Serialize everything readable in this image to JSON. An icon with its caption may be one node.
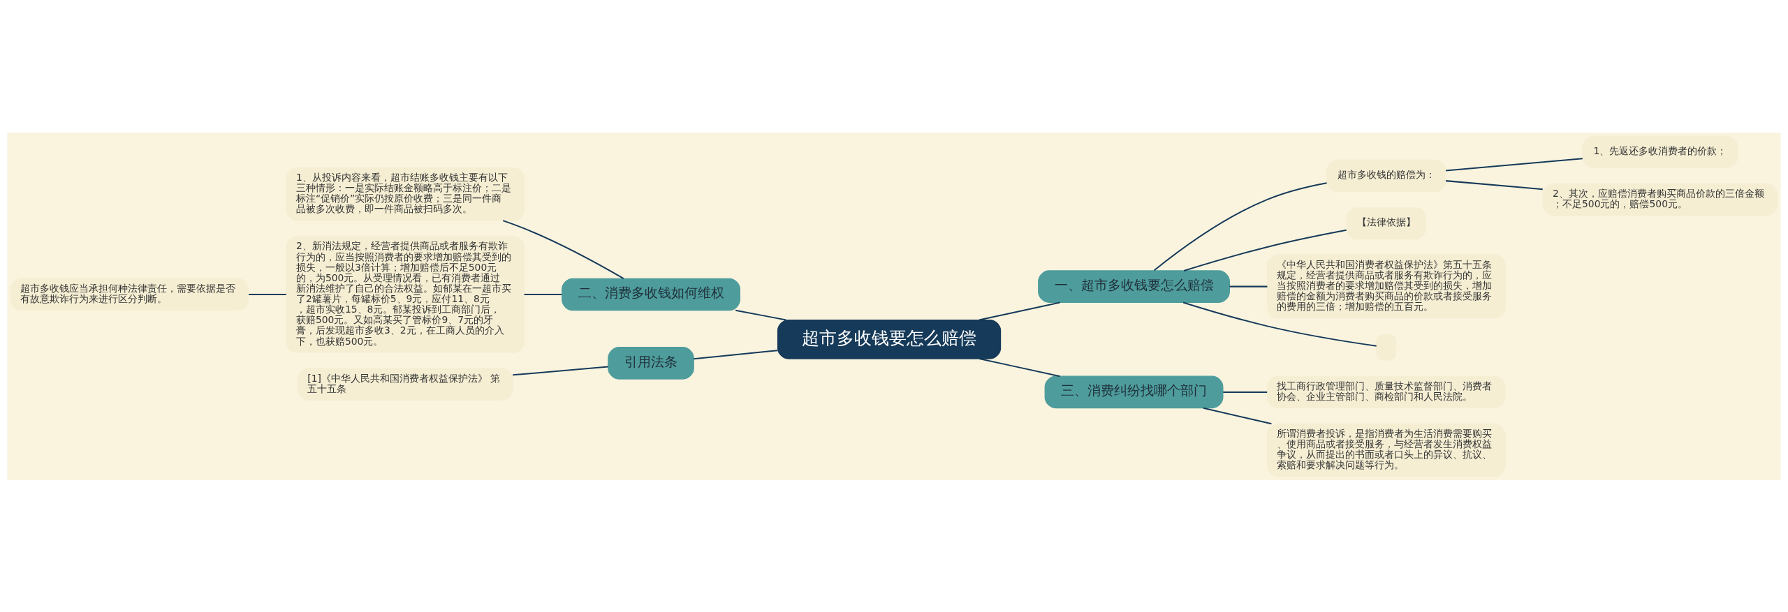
{
  "diagram": {
    "nodes": [
      {
        "text": [
          "超市多收钱要怎么赔偿"
        ]
      },
      {
        "text": [
          "一、超市多收钱要怎么赔偿"
        ]
      },
      {
        "text": [
          "超市多收钱的赔偿为："
        ]
      },
      {
        "text": [
          "1、先返还多收消费者的价款；"
        ]
      },
      {
        "text": [
          "2、其次，应赔偿消费者购买商品价款的三倍金额；不足500元的，赔偿500元。"
        ]
      },
      {
        "text": [
          "【法律依据】"
        ]
      },
      {
        "text": [
          "《中华人民共和国消费者权益保护法》第五十五条规定，经营者提供商品或者服务有欺诈行为的，应当按照消费者的要求增加赔偿其受到的损失，增加赔偿的金额为消费者购买商品的价款或者接受服务的费用的三倍；增加赔偿的五百元。"
        ]
      },
      {
        "text": [],
        "shape": "box"
      },
      {
        "text": [
          "三、消费纠纷找哪个部门"
        ]
      },
      {
        "text": [
          "找工商行政管理部门、质量技术监督部门、消费者协会、企业主管部门、商检部门和人民法院。"
        ]
      },
      {
        "text": [
          "所谓消费者投诉，是指消费者为生活消费需要购买、使用商品或者接受服务，与经营者发生消费权益争议，从而提出的书面或者口头上的异议、抗议、索赔和要求解决问题等行为。"
        ]
      },
      {
        "text": [
          "二、消费多收钱如何维权"
        ]
      },
      {
        "text": [
          "1、从投诉内容来看，超市结账多收钱主要有以下三种情形：一是实际结账金额略高于标注价；二是标注“促销价”实际仍按原价收费；三是同一件商品被多次收费，即一件商品被扫码多次。"
        ]
      },
      {
        "text": [
          "2、新消法规定，经营者提供商品或者服务有欺诈行为的，应当按照消费者的要求增加赔偿其受到的损失，一般以3倍计算；增加赔偿后不足500元的，为500元。从受理情况看，已有消费者通过新消法维护了自己的合法权益。如郁某在一超市买了2罐薯片，每罐标价5、9元，应付11、8元，超市实收15、8元。郁某投诉到工商部门后，获赔500元。又如高某买了管标价9、7元的牙膏，后发现超市多收3、2元，在工商人员的介入下，也获赔500元。"
        ]
      },
      {
        "text": [
          "超市多收钱应当承担何种法律责任，需要依据是否有故意欺诈行为来进行区分判断。"
        ]
      },
      {
        "text": [
          "引用法条"
        ]
      },
      {
        "text": [
          "[1]《中华人民共和国消费者权益保护法》 第五十五条"
        ]
      }
    ],
    "edges": [
      {
        "from": 0,
        "to": 1,
        "arrow": "none"
      },
      {
        "from": 1,
        "to": 2,
        "arrow": "none"
      },
      {
        "from": 2,
        "to": 3,
        "arrow": "none"
      },
      {
        "from": 2,
        "to": 4,
        "arrow": "none"
      },
      {
        "from": 1,
        "to": 5,
        "arrow": "none"
      },
      {
        "from": 1,
        "to": 6,
        "arrow": "none"
      },
      {
        "from": 1,
        "to": 7,
        "arrow": "none"
      },
      {
        "from": 0,
        "to": 8,
        "arrow": "none"
      },
      {
        "from": 8,
        "to": 9,
        "arrow": "none"
      },
      {
        "from": 8,
        "to": 10,
        "arrow": "none"
      },
      {
        "from": 11,
        "to": 0,
        "arrow": "none"
      },
      {
        "from": 12,
        "to": 11,
        "arrow": "none"
      },
      {
        "from": 13,
        "to": 11,
        "arrow": "none"
      },
      {
        "from": 14,
        "to": 13,
        "arrow": "none"
      },
      {
        "from": 15,
        "to": 0,
        "arrow": "none"
      },
      {
        "from": 16,
        "to": 15,
        "arrow": "none"
      }
    ]
  }
}
